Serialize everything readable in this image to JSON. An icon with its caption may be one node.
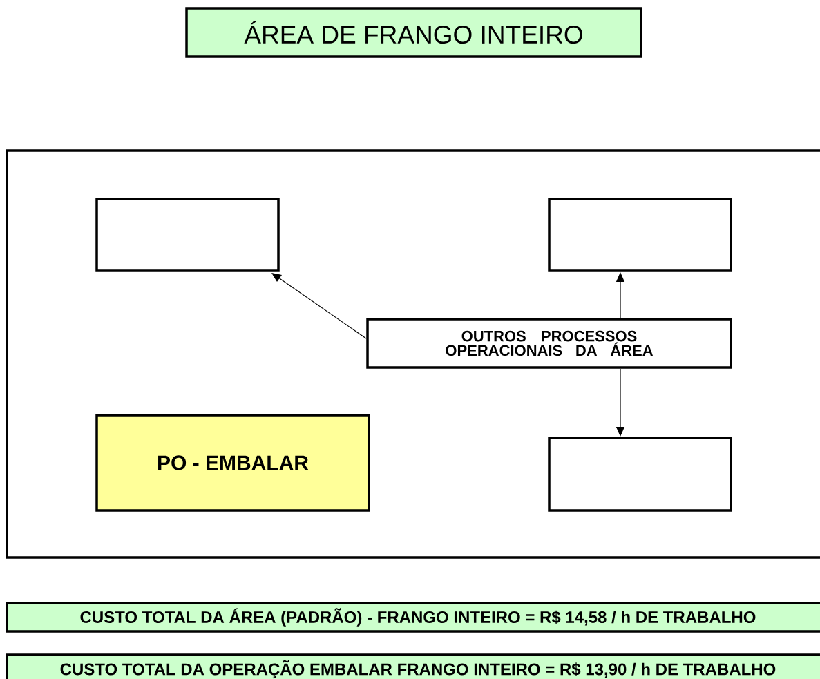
{
  "diagram": {
    "nodes": [
      {
        "text": [
          "ÁREA DE FRANGO INTEIRO"
        ]
      },
      {
        "text": [],
        "shape": "box"
      },
      {
        "text": [],
        "shape": "box",
        "in": 1
      },
      {
        "text": [],
        "shape": "box",
        "in": 1
      },
      {
        "text": [
          "OUTROS PROCESSOS OPERACIONAIS DA ÁREA"
        ],
        "in": 1
      },
      {
        "text": [
          "PO - EMBALAR"
        ],
        "in": 1
      },
      {
        "text": [],
        "shape": "box",
        "in": 1
      },
      {
        "text": [
          "CUSTO TOTAL DA ÁREA (PADRÃO) - FRANGO INTEIRO = R$ 14,58 / h DE TRABALHO"
        ]
      },
      {
        "text": [
          "CUSTO TOTAL DA OPERAÇÃO EMBALAR FRANGO INTEIRO = R$ 13,90 / h DE TRABALHO"
        ]
      }
    ],
    "edges": [
      {
        "from": 4,
        "to": 2,
        "arrow": "to"
      },
      {
        "from": 4,
        "to": 3,
        "arrow": "to"
      },
      {
        "from": 4,
        "to": 6,
        "arrow": "to"
      }
    ]
  }
}
